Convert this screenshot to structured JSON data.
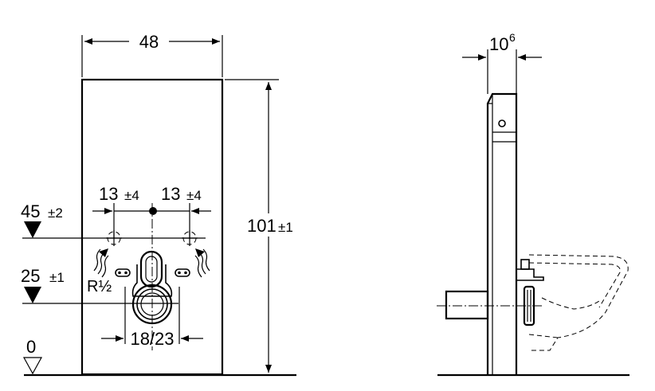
{
  "front_view": {
    "width_label": "48",
    "height_label": "101",
    "height_tol": "±1",
    "left_offset_label": "13",
    "left_offset_tol": "±4",
    "right_offset_label": "13",
    "right_offset_tol": "±4",
    "upper_level_label": "45",
    "upper_level_tol": "±2",
    "lower_level_label": "25",
    "lower_level_tol": "±1",
    "thread_label": "R½",
    "drain_label": "18/23",
    "floor_label": "0"
  },
  "side_view": {
    "depth_label": "10",
    "depth_sup": "6"
  }
}
